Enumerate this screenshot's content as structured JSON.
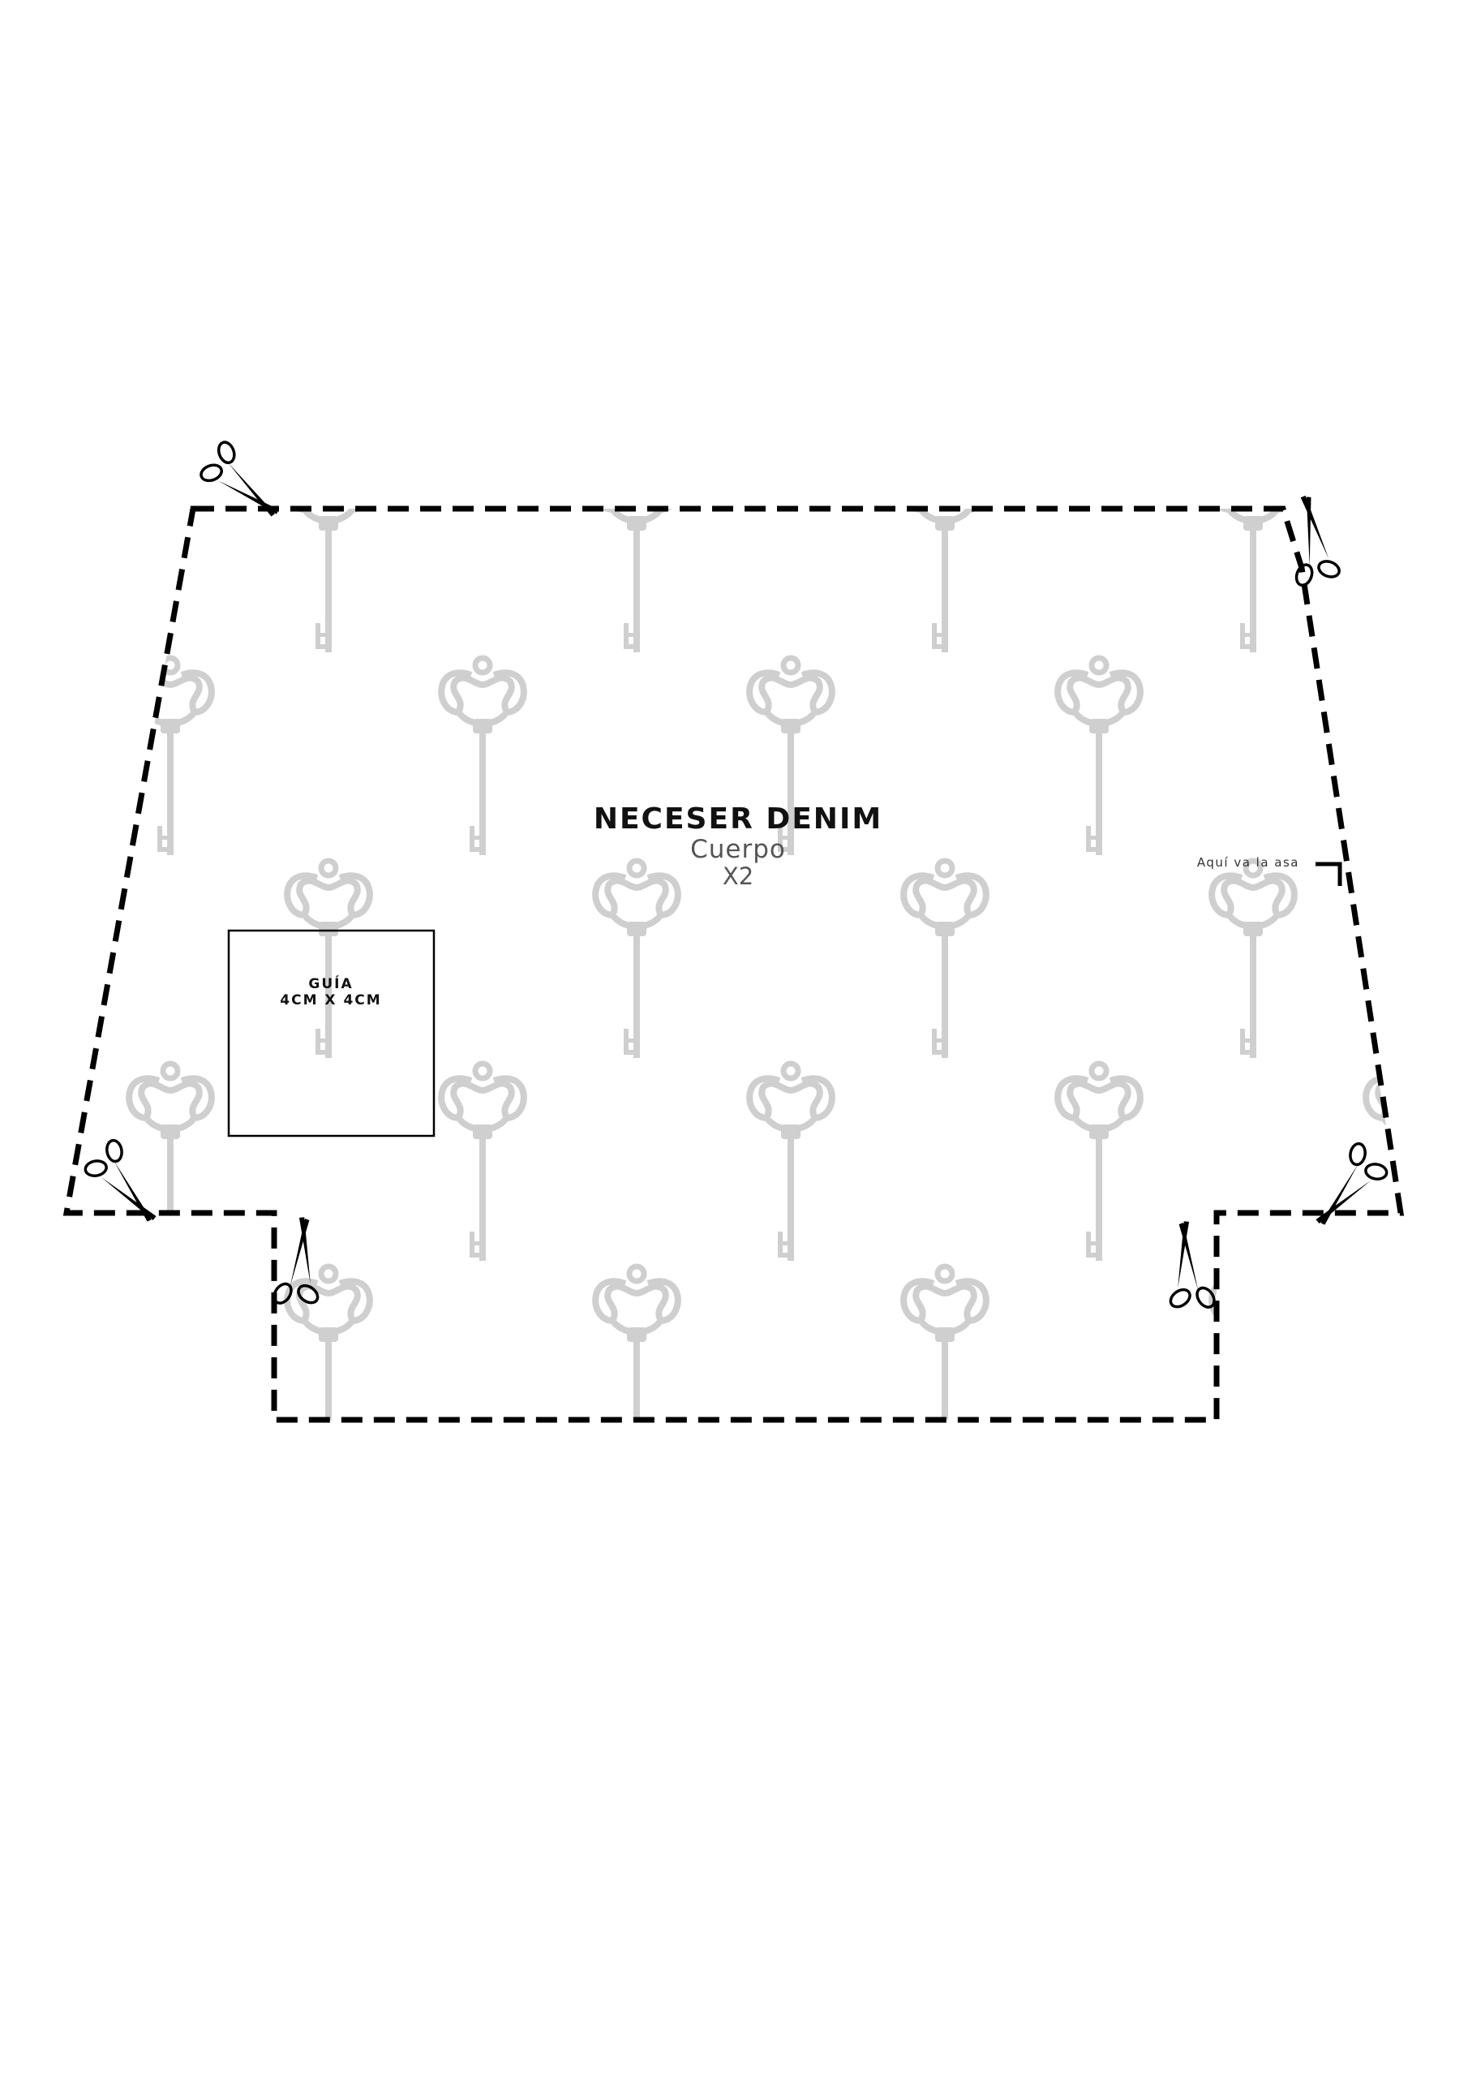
{
  "pattern": {
    "title": "NECESER DENIM",
    "piece": "Cuerpo",
    "quantity": "X2",
    "handle_note": "Aquí va la asa",
    "guide": {
      "label": "GUÍA",
      "size": "4CM X 4CM"
    }
  },
  "icons": {
    "cut_mark": "scissors-icon",
    "background_motif": "key-icon"
  },
  "colors": {
    "cut_line": "#000000",
    "motif": "#cfcfcf",
    "text": "#111111"
  }
}
